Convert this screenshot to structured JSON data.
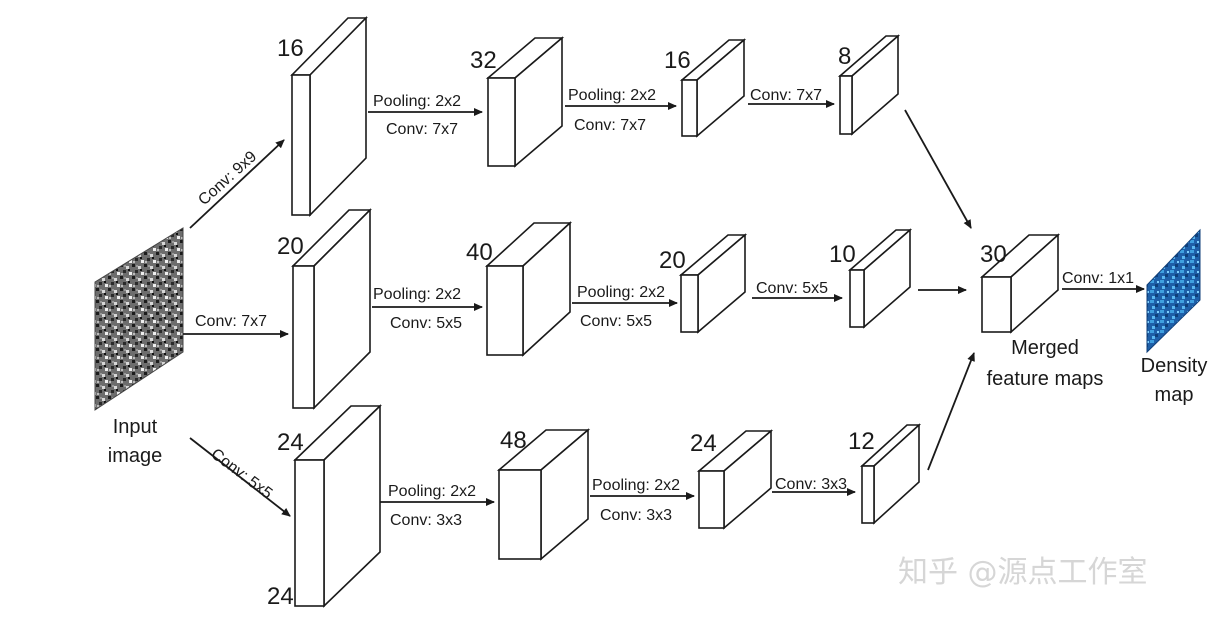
{
  "input": {
    "label_line1": "Input",
    "label_line2": "image"
  },
  "columns": [
    {
      "rows": [
        {
          "op": "Conv: 9x9",
          "depth": "16"
        },
        {
          "op": "Conv: 7x7",
          "depth": "20"
        },
        {
          "op": "Conv: 5x5",
          "depth": "24"
        }
      ]
    }
  ],
  "rows": [
    {
      "first_op": "Conv: 9x9",
      "b1": "16",
      "op1a": "Pooling: 2x2",
      "op1b": "Conv: 7x7",
      "b2": "32",
      "op2a": "Pooling: 2x2",
      "op2b": "Conv: 7x7",
      "b3": "16",
      "op3": "Conv: 7x7",
      "b4": "8"
    },
    {
      "first_op": "Conv: 7x7",
      "b1": "20",
      "op1a": "Pooling: 2x2",
      "op1b": "Conv: 5x5",
      "b2": "40",
      "op2a": "Pooling: 2x2",
      "op2b": "Conv: 5x5",
      "b3": "20",
      "op3": "Conv: 5x5",
      "b4": "10"
    },
    {
      "first_op": "Conv: 5x5",
      "b1": "24",
      "op1a": "Pooling: 2x2",
      "op1b": "Conv: 3x3",
      "b2": "48",
      "op2a": "Pooling: 2x2",
      "op2b": "Conv: 3x3",
      "b3": "24",
      "op3": "Conv: 3x3",
      "b4": "12"
    }
  ],
  "first_box_bottom_label": "24",
  "merged": {
    "depth": "30",
    "label_line1": "Merged",
    "label_line2": "feature maps",
    "op": "Conv: 1x1"
  },
  "density": {
    "label_line1": "Density",
    "label_line2": "map"
  },
  "watermark": "知乎 @源点工作室",
  "colors": {
    "stroke": "#1a1a1a",
    "density_map": "#1f6fb5"
  }
}
